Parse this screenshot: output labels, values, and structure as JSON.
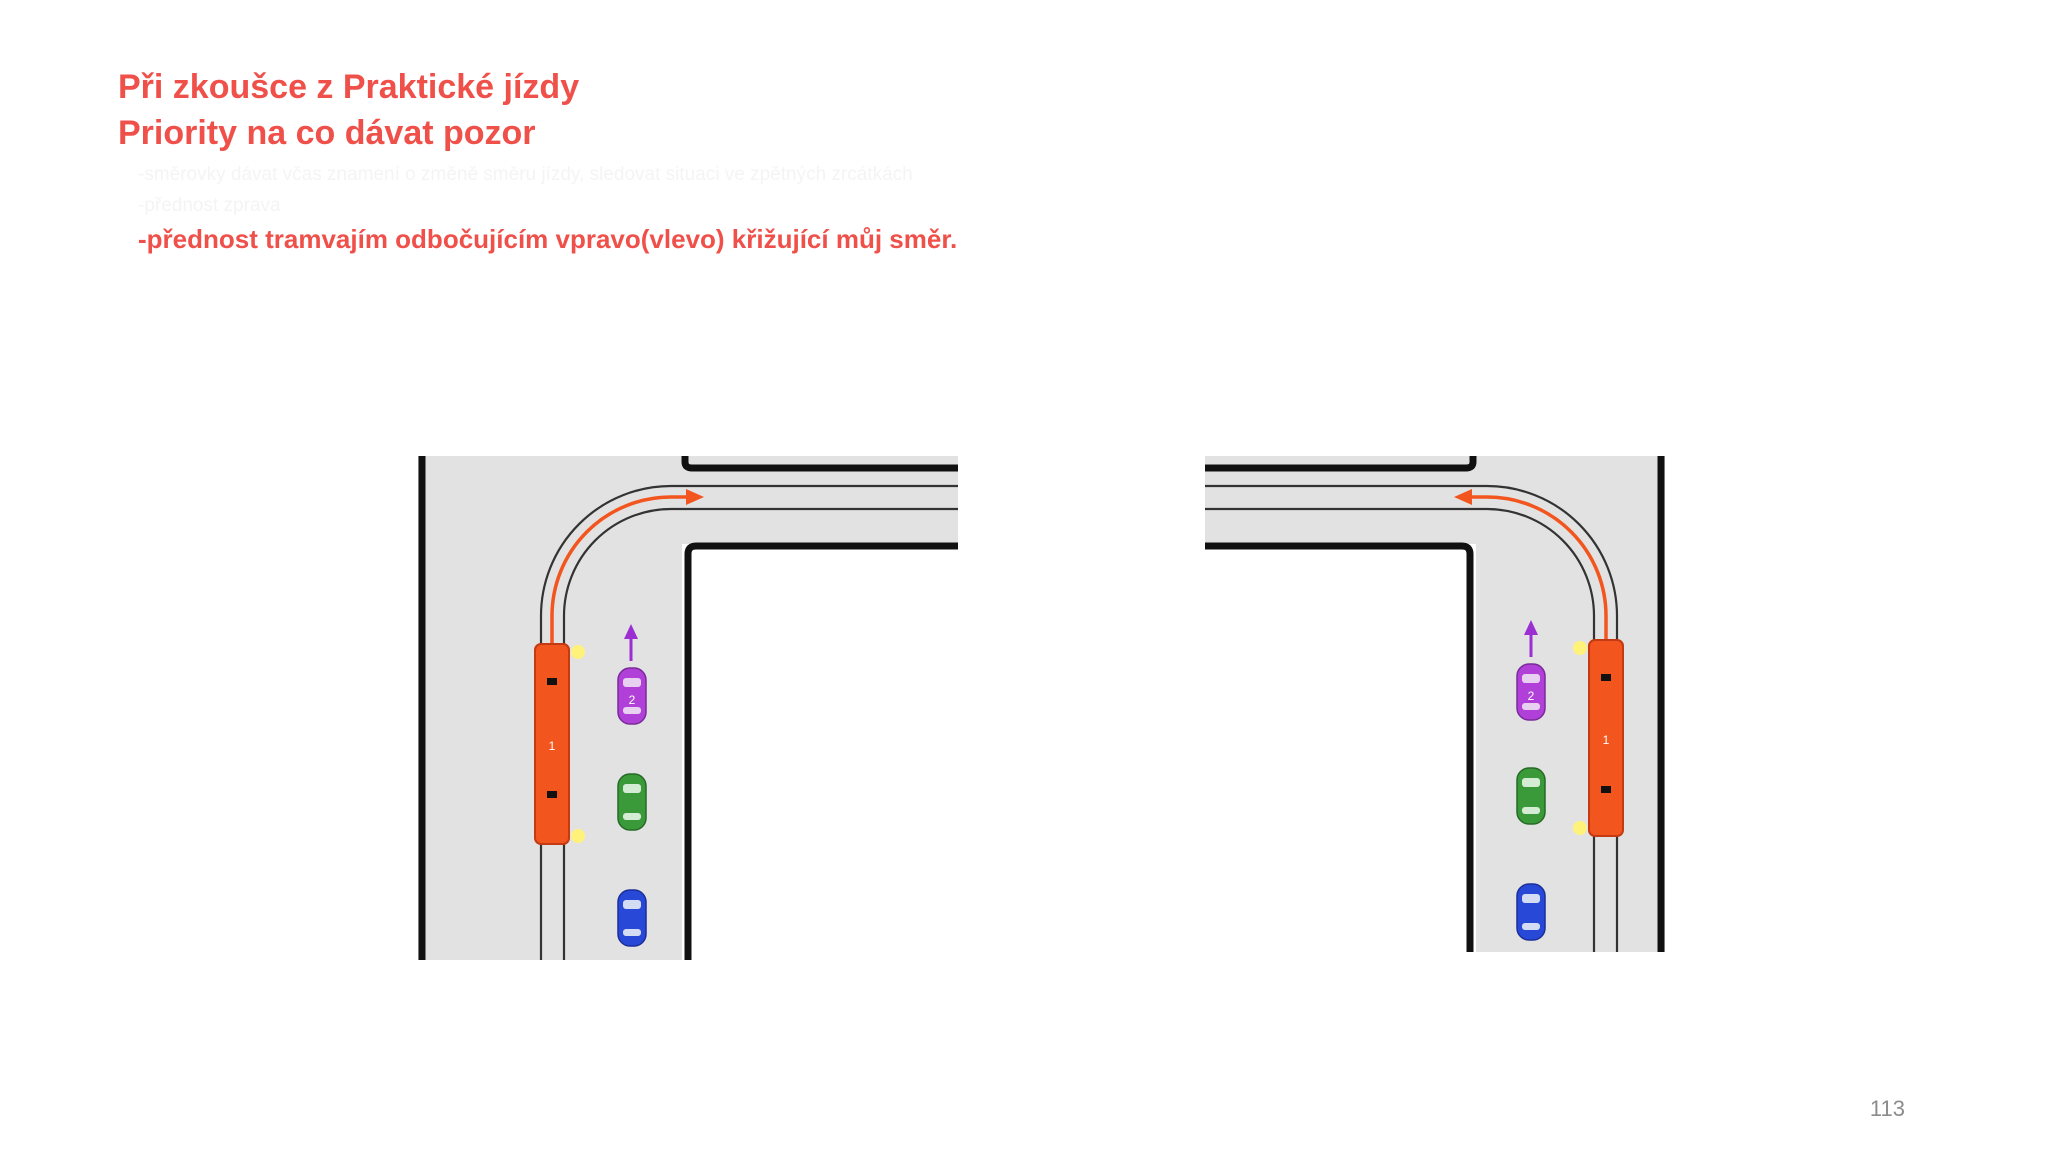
{
  "slide": {
    "title_line1": "Při zkoušce z Praktické jízdy",
    "title_line2": "Priority na co dávat pozor",
    "faint_bullet1": "-směrovky dávat včas znamení o změně směru jízdy,  sledovat situaci ve zpětných zrcátkách",
    "faint_bullet2": "-přednost zprava",
    "main_bullet": "-přednost tramvajím odbočujícím vpravo(vlevo)  křižující můj směr.",
    "page_number": "113"
  },
  "diagrams": [
    {
      "side": "left",
      "tram_label": "1",
      "car_label": "2"
    },
    {
      "side": "right",
      "tram_label": "1",
      "car_label": "2"
    }
  ],
  "colors": {
    "title": "#f0504a",
    "road": "#e2e2e2",
    "curb": "#111111",
    "tram": "#f2551e",
    "arrow": "#f2551e",
    "car_purple": "#b040d8",
    "car_green": "#3a9a3a",
    "car_blue": "#2848d8",
    "move_arrow": "#9b2fd2",
    "indicator": "#fff27a"
  }
}
